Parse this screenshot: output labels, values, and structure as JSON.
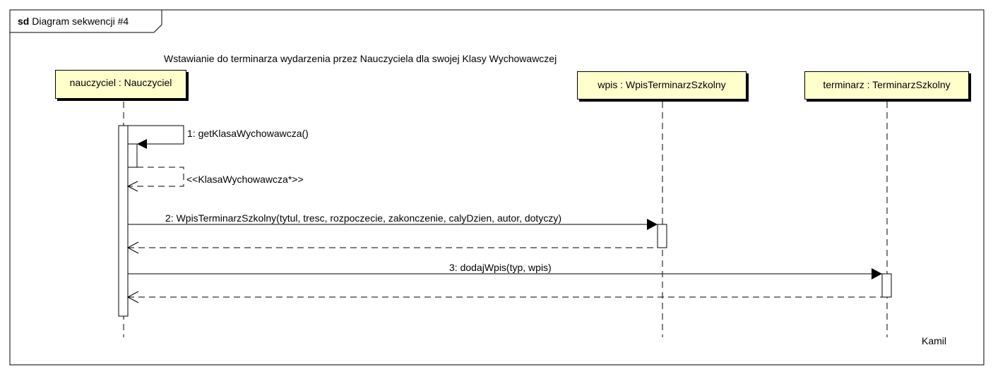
{
  "frame": {
    "keyword": "sd",
    "title": "Diagram sekwencji #4"
  },
  "diagram_title": "Wstawianie do terminarza wydarzenia przez Nauczyciela dla swojej Klasy Wychowawczej",
  "lifelines": {
    "nauczyciel": "nauczyciel : Nauczyciel",
    "wpis": "wpis : WpisTerminarzSzkolny",
    "terminarz": "terminarz : TerminarzSzkolny"
  },
  "messages": {
    "m1": "1: getKlasaWychowawcza()",
    "r1": "<<KlasaWychowawcza*>>",
    "m2": "2: WpisTerminarzSzkolny(tytul, tresc, rozpoczecie, zakonczenie, calyDzien, autor, dotyczy)",
    "m3": "3: dodajWpis(typ, wpis)"
  },
  "author": "Kamil"
}
